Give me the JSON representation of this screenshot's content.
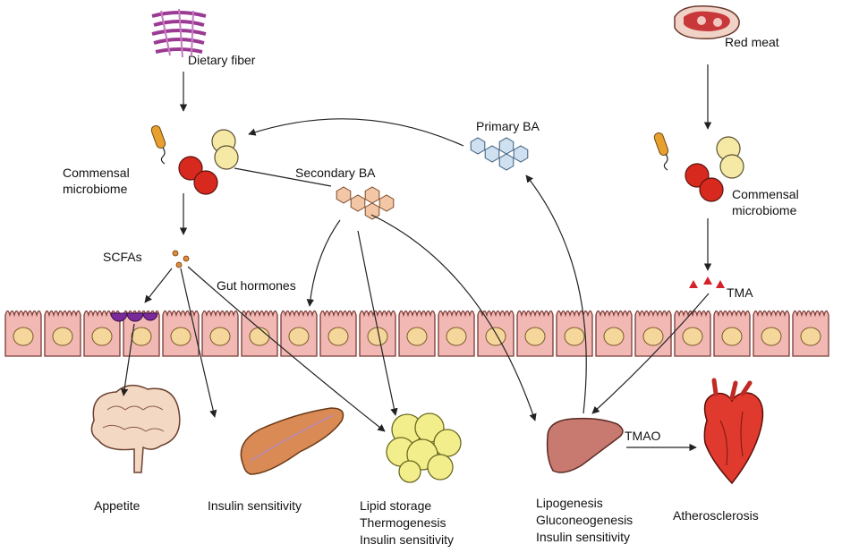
{
  "labels": {
    "dietary_fiber": "Dietary fiber",
    "red_meat": "Red meat",
    "commensal_left": "Commensal microbiome",
    "commensal_right": "Commensal microbiome",
    "primary_ba": "Primary BA",
    "secondary_ba": "Secondary BA",
    "scfas": "SCFAs",
    "gut_hormones": "Gut hormones",
    "tma": "TMA",
    "tmao": "TMAO",
    "appetite": "Appetite",
    "insulin_sensitivity_pancreas": "Insulin sensitivity",
    "adipose_effects": [
      "Lipid storage",
      "Thermogenesis",
      "Insulin sensitivity"
    ],
    "liver_effects": [
      "Lipogenesis",
      "Gluconeogenesis",
      "Insulin sensitivity"
    ],
    "atherosclerosis": "Atherosclerosis"
  },
  "colors": {
    "epithelium_fill": "#f2b9b4",
    "epithelium_stroke": "#7a3a36",
    "nucleus_fill": "#f6d79b",
    "primary_ba_fill": "#cfe0f0",
    "secondary_ba_fill": "#f3c7a5",
    "bacteria_red": "#d8291e",
    "bacteria_yellow": "#f6e9a6",
    "receptor": "#7a2a9a",
    "tma_red": "#d5222a",
    "liver": "#c97a70",
    "heart": "#e0392e",
    "adipose": "#f3ee8c",
    "pancreas": "#d98a55",
    "brain": "#f3d8c4"
  },
  "icons": [
    "fiber-icon",
    "red-meat-icon",
    "bacteria-icon",
    "bile-acid-icon",
    "brain-icon",
    "pancreas-icon",
    "adipose-icon",
    "liver-icon",
    "heart-icon"
  ]
}
